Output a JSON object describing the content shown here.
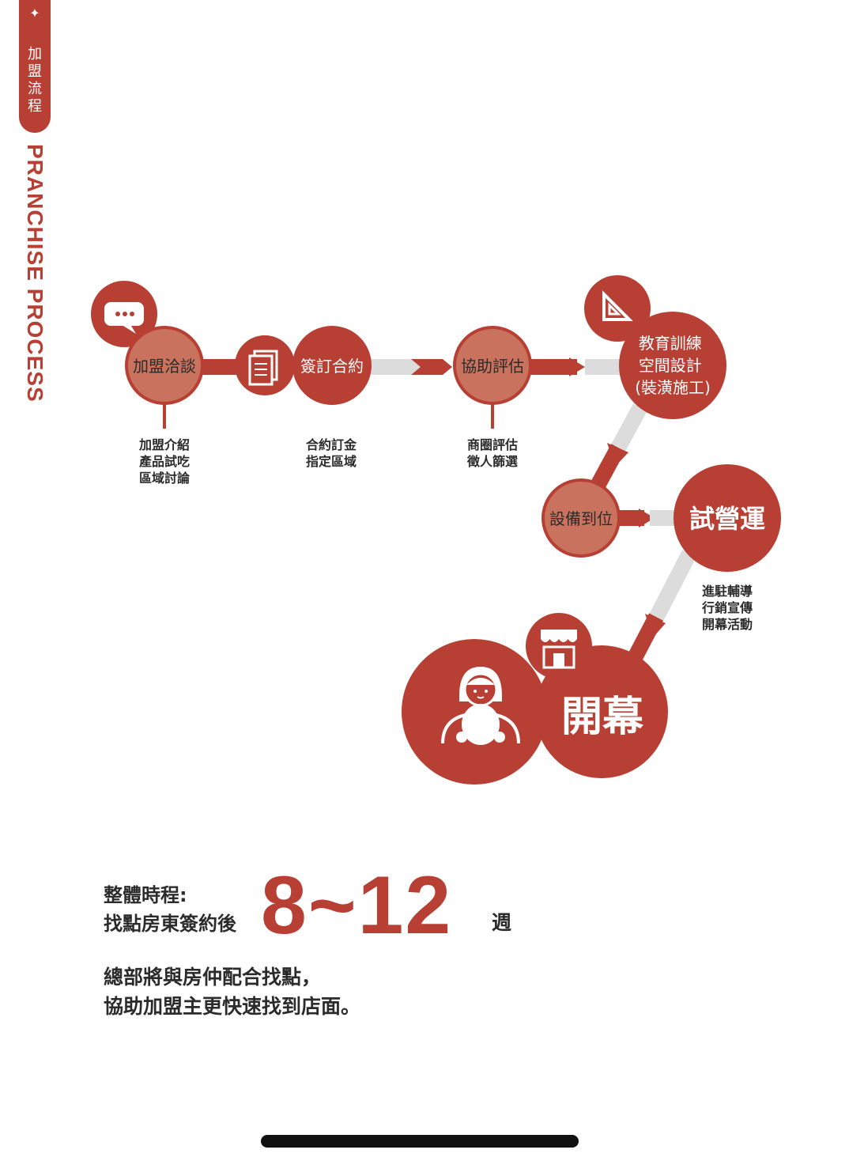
{
  "tab": {
    "star": "✦",
    "label": "加盟流程"
  },
  "side_title": "PRANCHISE PROCESS",
  "steps": {
    "s1": "加盟洽談",
    "s2": "簽訂合約",
    "s3": "協助評估",
    "s4": [
      "教育訓練",
      "空間設計",
      "(裝潢施工)"
    ],
    "s5": "設備到位",
    "s6": "試營運",
    "s7": "開幕"
  },
  "subs": {
    "s1": [
      "加盟介紹",
      "產品試吃",
      "區域討論"
    ],
    "s2": [
      "合約訂金",
      "指定區域"
    ],
    "s3": [
      "商圈評估",
      "徵人篩選"
    ],
    "s6": [
      "進駐輔導",
      "行銷宣傳",
      "開幕活動"
    ]
  },
  "summary": {
    "label": "整體時程:",
    "condition": "找點房東簽約後",
    "range": "8~12",
    "unit": "週"
  },
  "note": [
    "總部將與房仲配合找點，",
    "協助加盟主更快速找到店面。"
  ],
  "colors": {
    "red": "#b83f33",
    "salmon": "#c9735f",
    "grey": "#dcdcdc"
  },
  "icons": [
    "chat-icon",
    "document-icon",
    "ruler-triangle-icon",
    "storefront-icon",
    "girl-icon"
  ]
}
